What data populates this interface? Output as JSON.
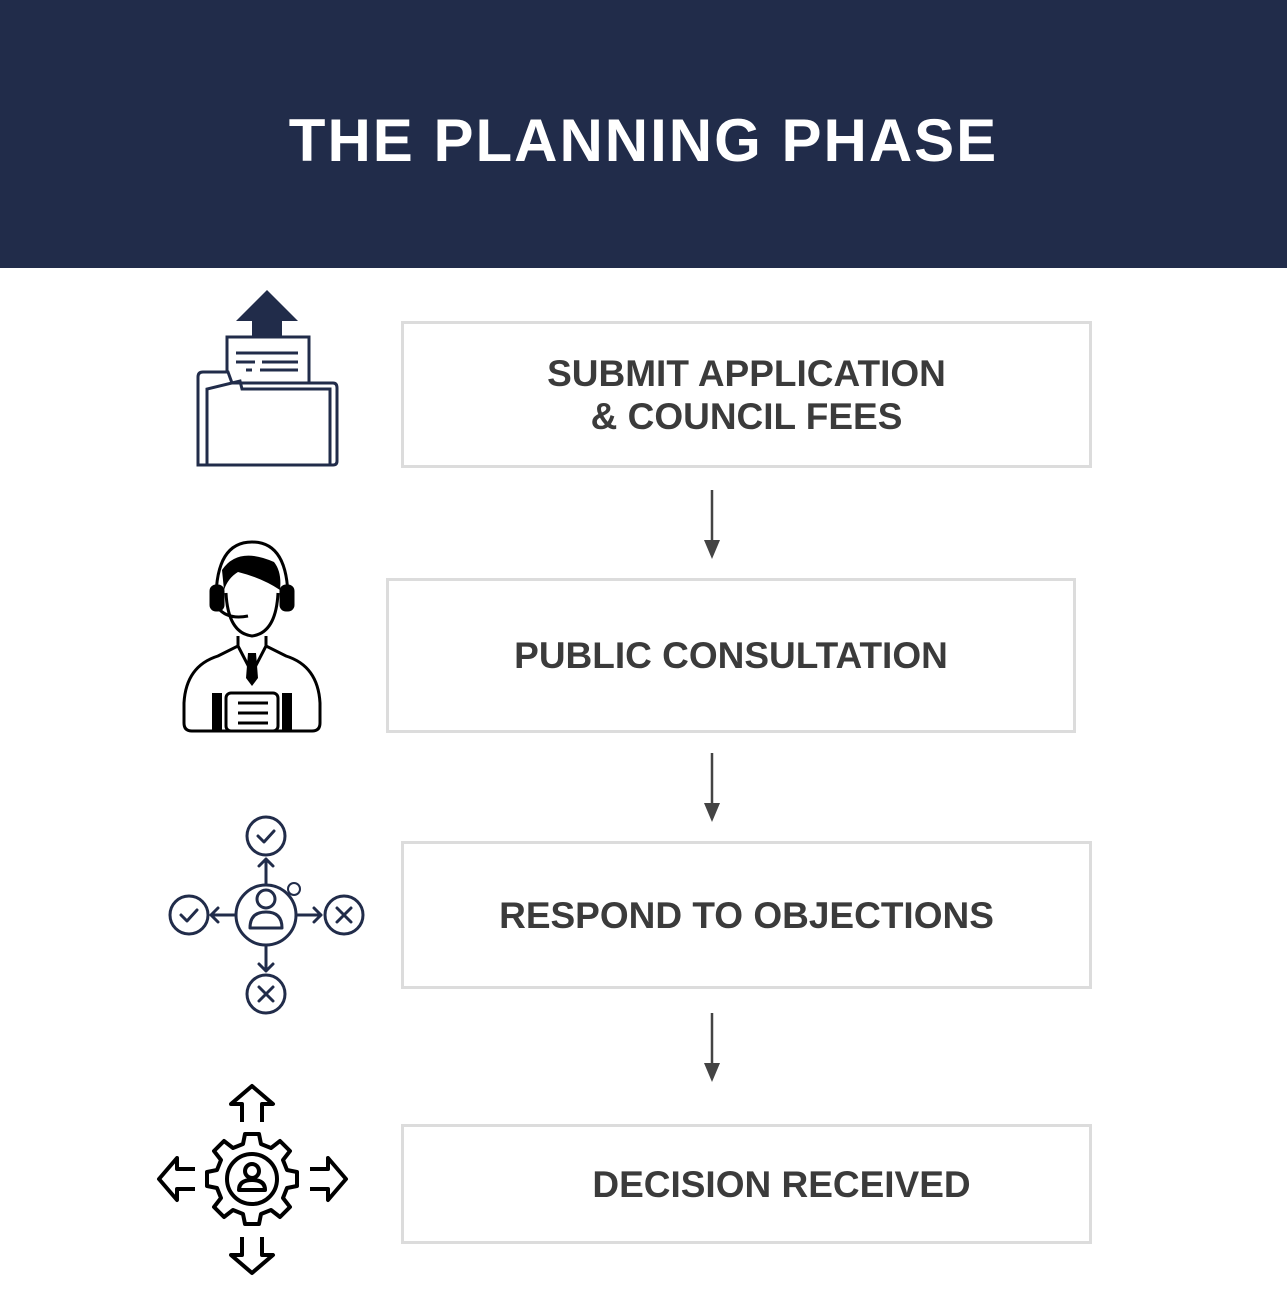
{
  "header": {
    "title": "THE PLANNING PHASE"
  },
  "colors": {
    "header_bg": "#212c4a",
    "icon_navy": "#212c4a",
    "box_border": "#dcdcdc",
    "text": "#3b3b3b"
  },
  "steps": [
    {
      "line1": "SUBMIT APPLICATION",
      "line2": "& COUNCIL FEES",
      "icon": "folder-upload-icon"
    },
    {
      "label": "PUBLIC CONSULTATION",
      "icon": "customer-support-agent-icon"
    },
    {
      "label": "RESPOND TO OBJECTIONS",
      "icon": "decision-person-icon"
    },
    {
      "label": "DECISION RECEIVED",
      "icon": "gear-person-arrows-icon"
    }
  ]
}
